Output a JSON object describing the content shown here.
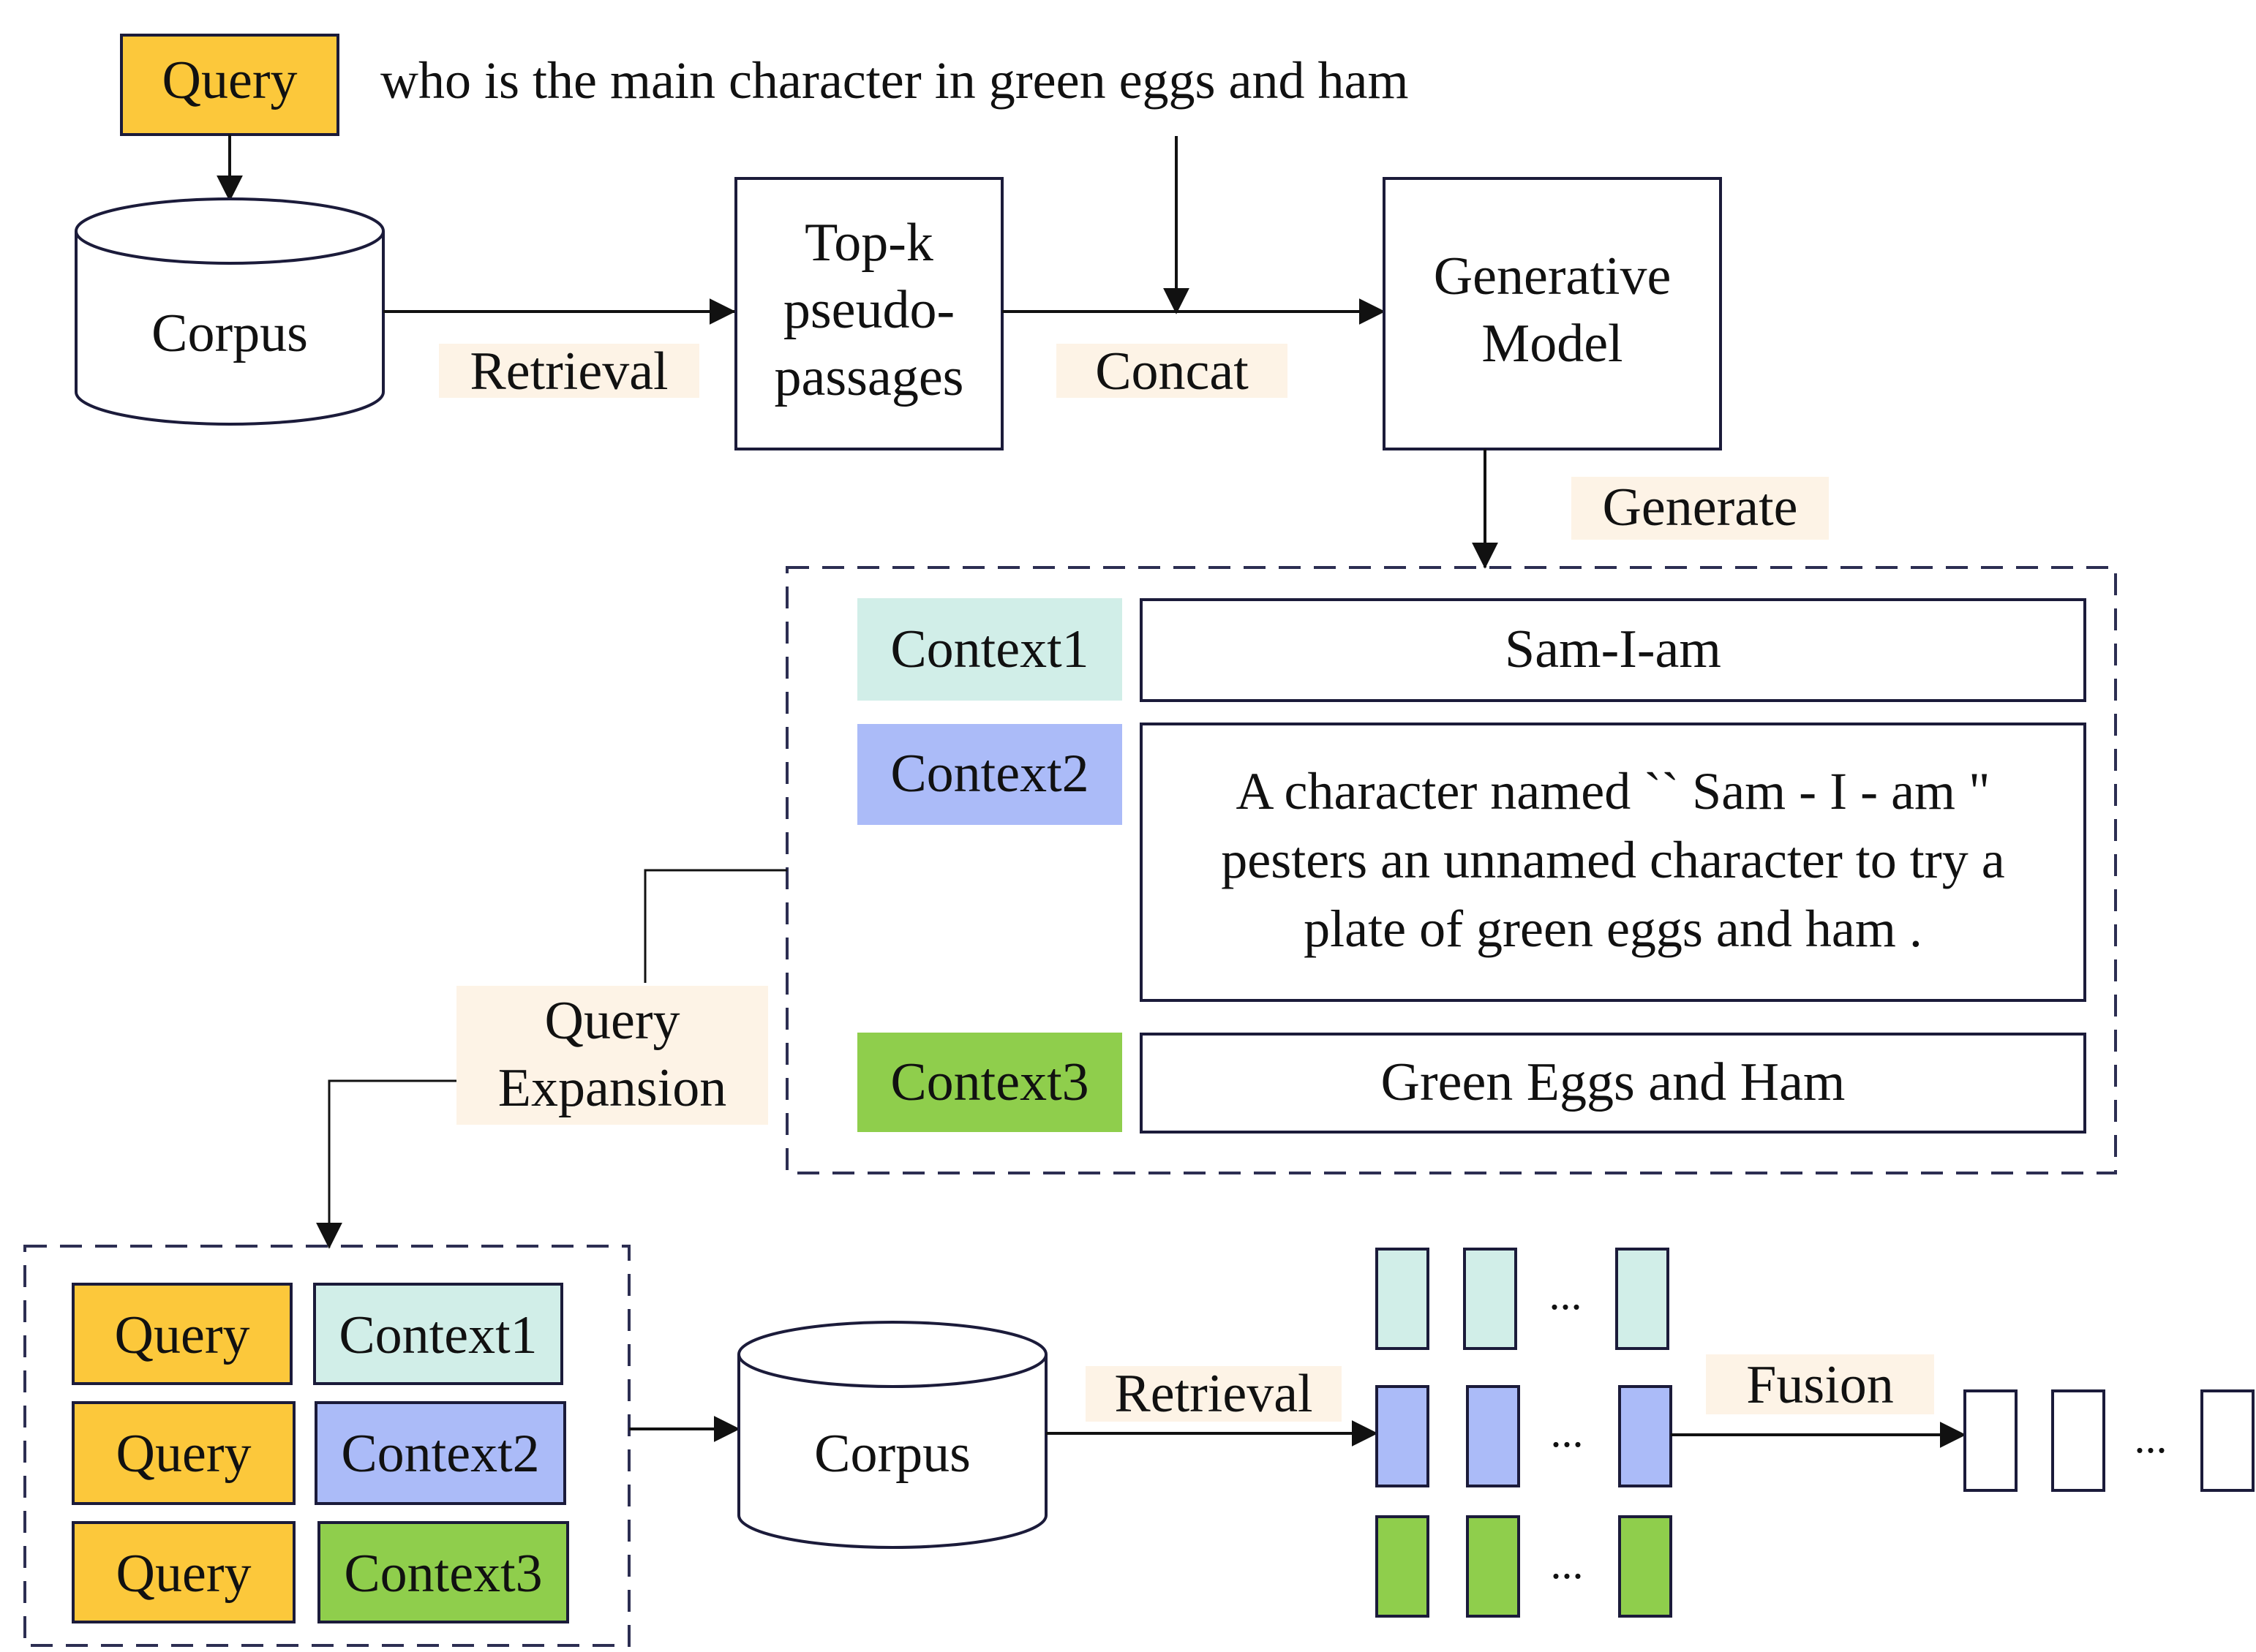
{
  "colors": {
    "query": "#FCC83B",
    "context1": "#D1EEE8",
    "context2": "#ABBBF8",
    "context3": "#8FCE4C",
    "label_bg": "#FDF3E6",
    "stroke": "#1B1B3A",
    "dash": "#2C2E52"
  },
  "top": {
    "query_label": "Query",
    "query_text": "who is the main character in green eggs and ham",
    "corpus_label": "Corpus",
    "retrieval_label": "Retrieval",
    "topk_lines": [
      "Top-k",
      "pseudo-",
      "passages"
    ],
    "concat_label": "Concat",
    "model_lines": [
      "Generative",
      "Model"
    ],
    "generate_label": "Generate"
  },
  "contexts": [
    {
      "label": "Context1",
      "lines": [
        "Sam-I-am"
      ]
    },
    {
      "label": "Context2",
      "lines": [
        "A character named `` Sam - I - am \"",
        "pesters an unnamed character to try a",
        "plate of green eggs and ham ."
      ]
    },
    {
      "label": "Context3",
      "lines": [
        "Green Eggs and Ham"
      ]
    }
  ],
  "expansion_lines": [
    "Query",
    "Expansion"
  ],
  "expanded": [
    {
      "query": "Query",
      "context": "Context1"
    },
    {
      "query": "Query",
      "context": "Context2"
    },
    {
      "query": "Query",
      "context": "Context3"
    }
  ],
  "bottom": {
    "corpus_label": "Corpus",
    "retrieval_label": "Retrieval",
    "fusion_label": "Fusion",
    "ellipsis": "..."
  }
}
